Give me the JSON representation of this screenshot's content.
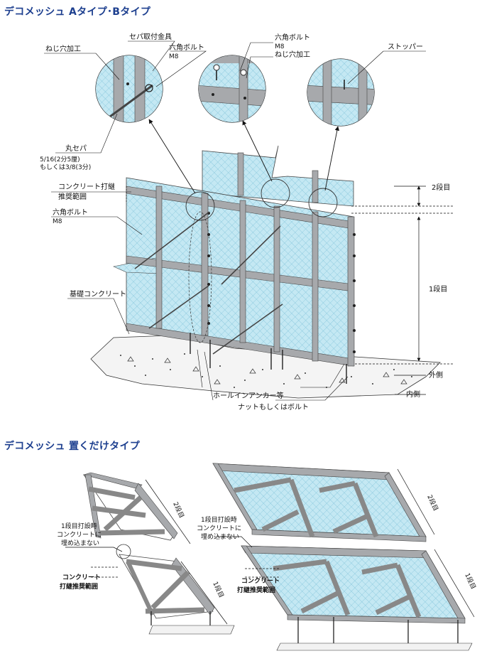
{
  "colors": {
    "title": "#1d3f8f",
    "mesh": "#bfe6f2",
    "frame": "#a7a9ac",
    "line": "#222222"
  },
  "section_a": {
    "title": "デコメッシュ Aタイプ･Bタイプ",
    "labels": {
      "screw_hole_left": "ねじ穴加工",
      "seba_bracket": "セパ取付金具",
      "hex_bolt_top": "六角ボルト",
      "hex_bolt_top_size": "M8",
      "hex_bolt_center": "六角ボルト",
      "hex_bolt_center_size": "M8",
      "screw_hole_center": "ねじ穴加工",
      "stopper": "ストッパー",
      "round_seba": "丸セパ",
      "round_seba_spec1": "5/16(2分5厘)",
      "round_seba_spec2": "もしくは3/8(3分)",
      "concrete_joint_1": "コンクリート打継",
      "concrete_joint_2": "推奨範囲",
      "hex_bolt_mid": "六角ボルト",
      "hex_bolt_mid_size": "M8",
      "foundation": "基礎コンクリート",
      "stage_2": "2段目",
      "stage_1": "1段目",
      "outside": "外側",
      "inside": "内側",
      "hole_anchor": "ホールインアンカー等",
      "nut_bolt": "ナットもしくはボルト"
    }
  },
  "section_b": {
    "title": "デコメッシュ 置くだけタイプ",
    "labels": {
      "stage1_note_left_1": "1段目打設時",
      "stage1_note_left_2": "コンクリートに",
      "stage1_note_left_3": "埋め込まない",
      "stage1_note_right_1": "1段目打設時",
      "stage1_note_right_2": "コンクリートに",
      "stage1_note_right_3": "埋め込まない",
      "joint_left_1": "コンクリート",
      "joint_left_2": "打継推奨範囲",
      "joint_right_1": "コンクリート",
      "joint_right_2": "打継推奨範囲",
      "stage_2_left": "2段目",
      "stage_1_left": "1段目",
      "stage_2_right": "2段目",
      "stage_1_right": "1段目"
    }
  }
}
